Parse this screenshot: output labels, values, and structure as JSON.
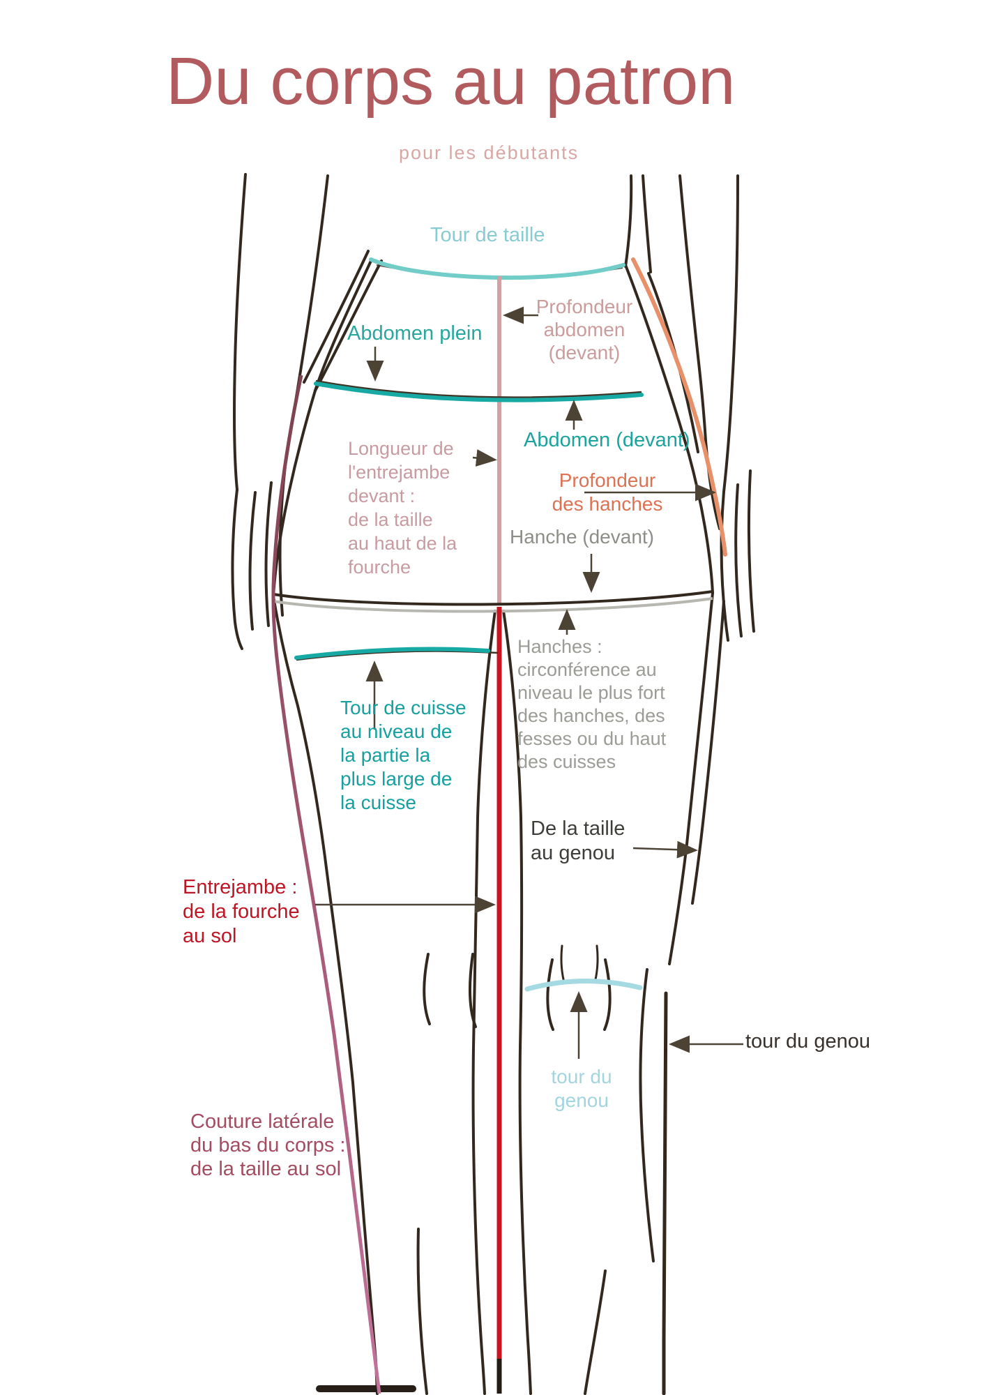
{
  "header": {
    "title": "Du corps au patron",
    "subtitle": "pour les débutants"
  },
  "labels": {
    "tour_de_taille": "Tour de taille",
    "profondeur_abdomen": "Profondeur\nabdomen\n(devant)",
    "abdomen_plein": "Abdomen plein",
    "abdomen_devant": "Abdomen (devant)",
    "longueur_entrejambe": "Longueur de\nl'entrejambe\ndevant :\nde la taille\nau haut de la\nfourche",
    "profondeur_hanches": "Profondeur\ndes hanches",
    "hanche_devant": "Hanche (devant)",
    "hanches_circonference": "Hanches :\ncirconférence au\nniveau le plus fort\ndes hanches, des\nfesses ou du haut\ndes cuisses",
    "tour_de_cuisse": "Tour de cuisse\nau niveau de\nla partie la\nplus large de\nla cuisse",
    "taille_au_genou": "De la taille\nau genou",
    "entrejambe": "Entrejambe :\nde la fourche\nau sol",
    "tour_du_genou_bleu": "tour du\ngenou",
    "tour_du_genou_noir": "tour du genou",
    "couture_laterale": "Couture latérale\ndu bas du corps :\nde la taille au sol"
  },
  "palette": {
    "background": "#ffffff",
    "title": "#b25b5e",
    "subtitle": "#d8a7a4",
    "body_outline": "#32281e",
    "waist_line": "#72cdc8",
    "abdomen_line": "#17aaa4",
    "thigh_line": "#17aaa4",
    "knee_line": "#a6dae3",
    "center_front_line": "#d2a2a2",
    "inseam_line": "#cb1420",
    "side_seam_top": "#7d4150",
    "side_seam_bottom": "#c2739a",
    "hip_depth_line": "#e8906a",
    "hip_line_gray": "#b7b7af",
    "arrow": "#4c4335",
    "label_waist_blue": "#87ccd2",
    "label_pink": "#cb9c9c",
    "label_teal": "#1ca39d",
    "label_dusty_pink": "#c89ba3",
    "label_salmon": "#dd7253",
    "label_gray": "#9c9c96",
    "label_red": "#bf1423",
    "label_light_blue": "#a2d5df",
    "label_dark": "#3e3e39",
    "label_wine": "#a34c62"
  }
}
